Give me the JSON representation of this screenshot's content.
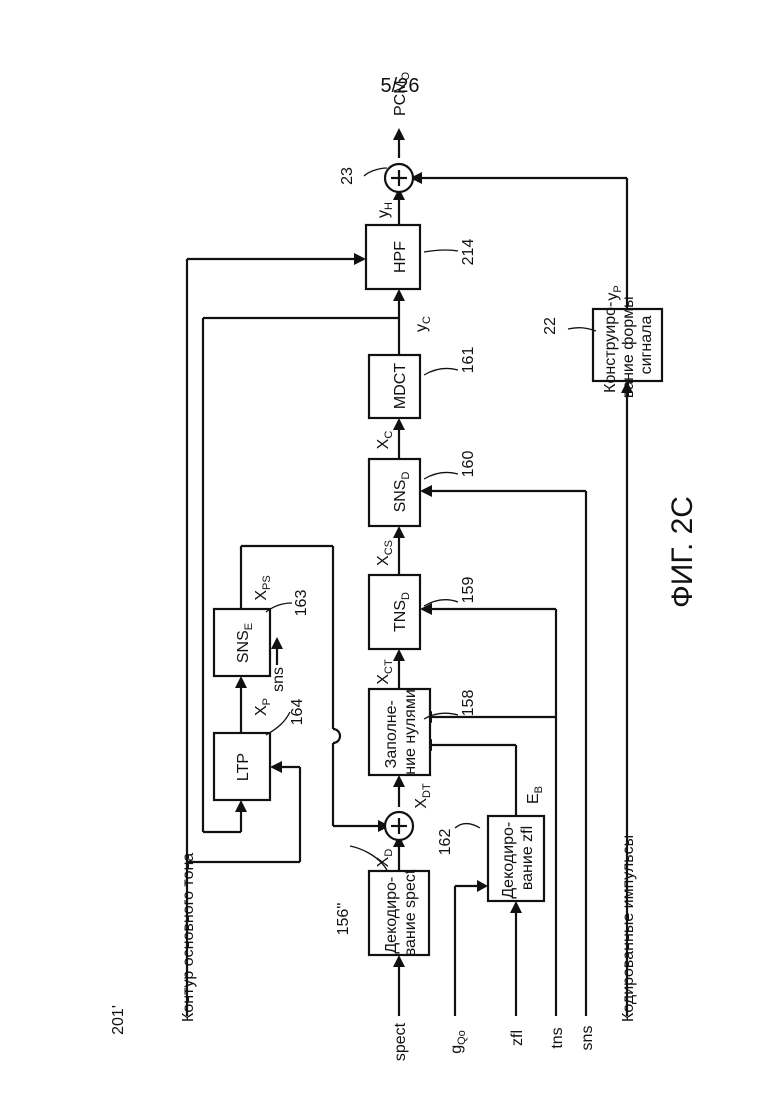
{
  "page_number": "5/26",
  "figure_ref": "201'",
  "figure_caption": "ФИГ. 2C",
  "inputs": {
    "spect": "spect",
    "g_main": "g",
    "g_sub": "Qo",
    "zfl": "zfl",
    "tns": "tns",
    "sns": "sns",
    "pitch_contour": "Контур основного тона",
    "coded_pulses": "Кодированные импульсы",
    "sns_ltp": "sns"
  },
  "blocks": {
    "spect_decoding": {
      "line1": "Декодиро-",
      "line2": "вание spect",
      "ref": "156''"
    },
    "zfl_decoding": {
      "line1": "Декодиро-",
      "line2": "вание zfl",
      "ref": "162"
    },
    "ltp": {
      "label": "LTP",
      "ref": "164"
    },
    "sns_e": {
      "label": "SNS",
      "sub": "E",
      "ref": "163"
    },
    "zero_filling": {
      "line1": "Заполне-",
      "line2": "ние нулями",
      "ref": "158"
    },
    "tns_d": {
      "label": "TNS",
      "sub": "D",
      "ref": "159"
    },
    "sns_d": {
      "label": "SNS",
      "sub": "D",
      "ref": "160"
    },
    "mdct": {
      "label": "MDCT",
      "ref": "161"
    },
    "hpf": {
      "label": "HPF",
      "ref": "214"
    },
    "waveform": {
      "line1": "Конструиро-",
      "line2": "вание формы",
      "line3": "сигнала",
      "ref": "22"
    }
  },
  "adders": {
    "mid": {
      "symbol": "+"
    },
    "output": {
      "symbol": "+",
      "ref": "23"
    }
  },
  "signals": {
    "xd": {
      "main": "X",
      "sub": "D"
    },
    "xdt": {
      "main": "X",
      "sub": "DT"
    },
    "xp": {
      "main": "X",
      "sub": "P"
    },
    "xps": {
      "main": "X",
      "sub": "PS"
    },
    "xct": {
      "main": "X",
      "sub": "CT"
    },
    "xcs": {
      "main": "X",
      "sub": "CS"
    },
    "xc": {
      "main": "X",
      "sub": "C"
    },
    "yc": {
      "main": "y",
      "sub": "C"
    },
    "yh": {
      "main": "y",
      "sub": "H"
    },
    "yp": {
      "main": "y",
      "sub": "P"
    },
    "eb": {
      "main": "E",
      "sub": "B"
    },
    "pcm": {
      "main": "PCM",
      "sub": "O"
    }
  }
}
